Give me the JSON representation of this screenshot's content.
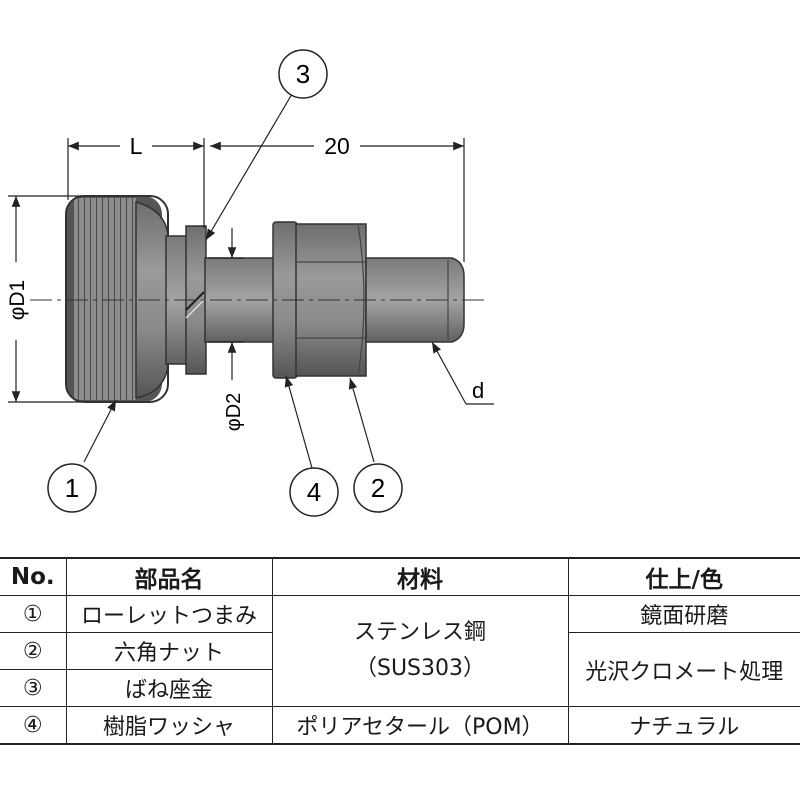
{
  "drawing": {
    "callouts": [
      "1",
      "2",
      "3",
      "4"
    ],
    "dimensions": {
      "length_label": "L",
      "length_value": "20",
      "outer_diameter": "φD1",
      "inner_diameter": "φD2",
      "thread": "d"
    }
  },
  "table": {
    "headers": [
      "No.",
      "部品名",
      "材料",
      "仕上/色"
    ],
    "rows": [
      {
        "no": "①",
        "part": "ローレットつまみ",
        "finish": "鏡面研磨"
      },
      {
        "no": "②",
        "part": "六角ナット"
      },
      {
        "no": "③",
        "part": "ばね座金"
      },
      {
        "no": "④",
        "part": "樹脂ワッシャ",
        "material": "ポリアセタール（POM）",
        "finish": "ナチュラル"
      }
    ],
    "shared_material_line1": "ステンレス鋼",
    "shared_material_line2": "（SUS303）",
    "shared_finish": "光沢クロメート処理"
  }
}
